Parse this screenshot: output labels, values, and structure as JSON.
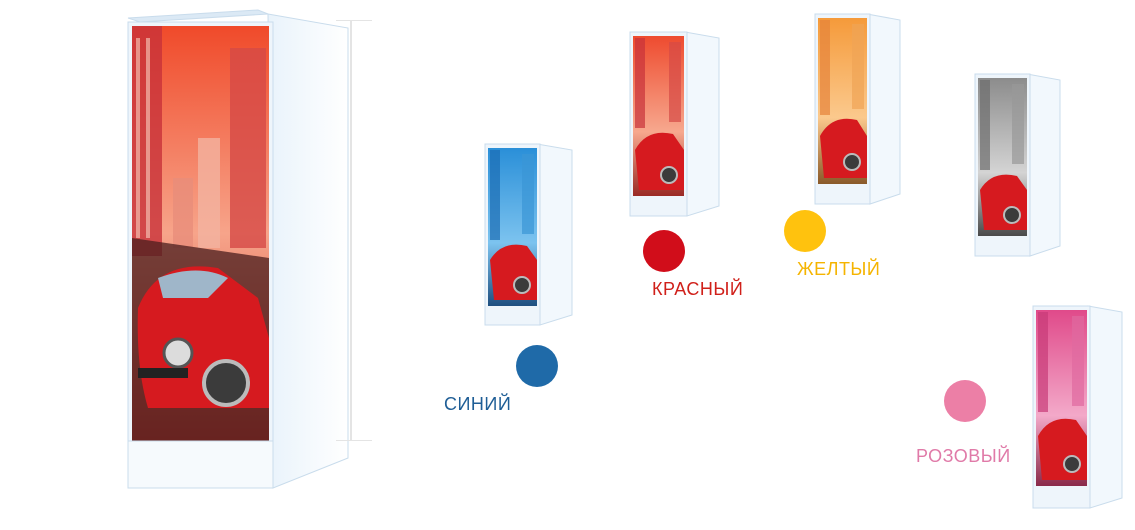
{
  "colors": {
    "blue": "#1f6aa8",
    "red": "#d10d1a",
    "yellow": "#ffc20e",
    "pink": "#ec7fa6",
    "label_blue": "#1f5e96",
    "label_red": "#d0201a",
    "label_yellow": "#f5b400",
    "label_pink": "#e07aa8"
  },
  "variants": [
    {
      "id": "blue",
      "label": "СИНИЙ"
    },
    {
      "id": "red",
      "label": "КРАСНЫЙ"
    },
    {
      "id": "yellow",
      "label": "ЖЕЛТЫЙ"
    },
    {
      "id": "pink",
      "label": "РОЗОВЫЙ"
    }
  ]
}
